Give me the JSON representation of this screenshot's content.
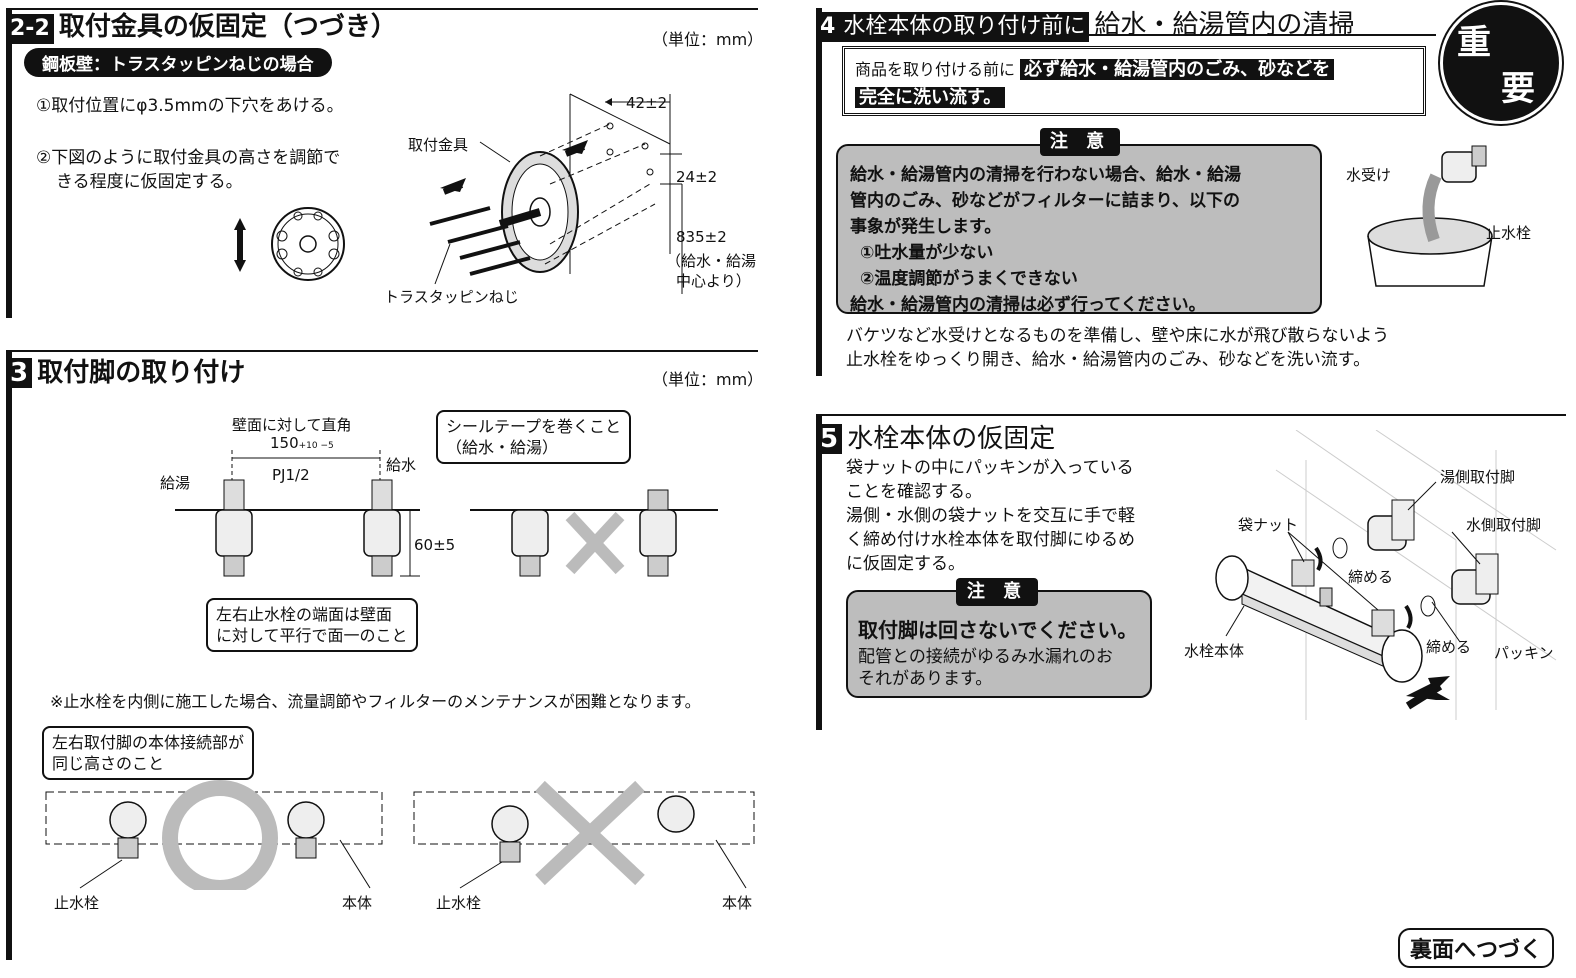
{
  "sec22": {
    "num": "2-2",
    "title": "取付金具の仮固定（つづき）",
    "unit": "（単位：mm）",
    "subheader": "鋼板壁：トラスタッピンねじの場合",
    "step1": "①取付位置にφ3.5mmの下穴をあける。",
    "step2a": "②下図のように取付金具の高さを調節で",
    "step2b": "きる程度に仮固定する。",
    "label_bracket": "取付金具",
    "label_screw": "トラスタッピンねじ",
    "dim1": "42±2",
    "dim2": "24±2",
    "dim3": "835±2",
    "dim3_note1": "（給水・給湯",
    "dim3_note2": "中心より）"
  },
  "sec3": {
    "num": "3",
    "title": "取付脚の取り付け",
    "unit": "（単位：mm）",
    "label_perp": "壁面に対して直角",
    "dim150": "150",
    "dim150_tol": "+10 −5",
    "label_hot": "給湯",
    "label_pj": "PJ1/2",
    "label_cold": "給水",
    "callout_tape1": "シールテープを巻くこと",
    "callout_tape2": "（給水・給湯）",
    "dim60": "60±5",
    "callout_flat1": "左右止水栓の端面は壁面",
    "callout_flat2": "に対して平行で面一のこと",
    "note": "※止水栓を内側に施工した場合、流量調節やフィルターのメンテナンスが困難となります。",
    "callout_height1": "左右取付脚の本体接続部が",
    "callout_height2": "同じ高さのこと",
    "label_stopvalve_l": "止水栓",
    "label_body_l": "本体",
    "label_stopvalve_r": "止水栓",
    "label_body_r": "本体"
  },
  "sec4": {
    "num": "4",
    "title_hl": "水栓本体の取り付け前に",
    "title_rest": "給水・給湯管内の清掃",
    "badge1": "重",
    "badge2": "要",
    "box_pre": "商品を取り付ける前に",
    "box_hl1": "必ず給水・給湯管内のごみ、砂などを",
    "box_hl2": "完全に洗い流す。",
    "caution_title": "注 意",
    "caution_l1": "給水・給湯管内の清掃を行わない場合、給水・給湯",
    "caution_l2": "管内のごみ、砂などがフィルターに詰まり、以下の",
    "caution_l3": "事象が発生します。",
    "caution_l4": "①吐水量が少ない",
    "caution_l5": "②温度調節がうまくできない",
    "caution_l6": "給水・給湯管内の清掃は必ず行ってください。",
    "label_bucket": "水受け",
    "label_stopvalve": "止水栓",
    "body1": "バケツなど水受けとなるものを準備し、壁や床に水が飛び散らないよう",
    "body2": "止水栓をゆっくり開き、給水・給湯管内のごみ、砂などを洗い流す。"
  },
  "sec5": {
    "num": "5",
    "title": "水栓本体の仮固定",
    "t1": "袋ナットの中にパッキンが入っている",
    "t2": "ことを確認する。",
    "t3": "湯側・水側の袋ナットを交互に手で軽",
    "t4": "く締め付け水栓本体を取付脚にゆるめ",
    "t5": "に仮固定する。",
    "caution_title": "注 意",
    "caution_bold": "取付脚は回さないでください。",
    "caution_l1": "配管との接続がゆるみ水漏れのお",
    "caution_l2": "それがあります。",
    "label_hotleg": "湯側取付脚",
    "label_coldleg": "水側取付脚",
    "label_nut": "袋ナット",
    "label_tighten1": "締める",
    "label_tighten2": "締める",
    "label_packing": "パッキン",
    "label_body": "水栓本体"
  },
  "footer": {
    "continue": "裏面へつづく"
  }
}
